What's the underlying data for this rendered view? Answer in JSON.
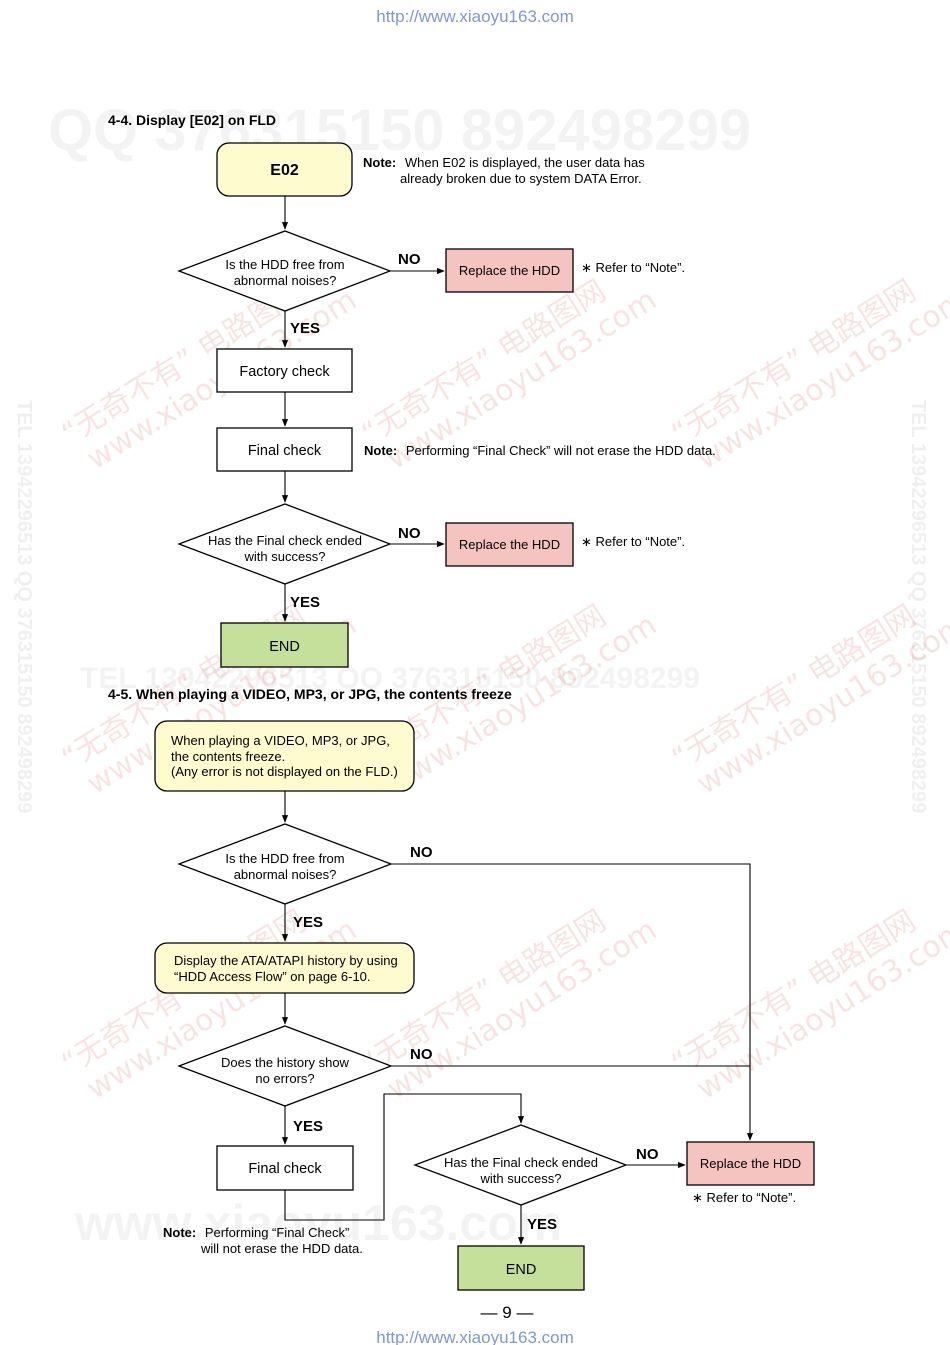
{
  "header_url": "http://www.xiaoyu163.com",
  "footer_url": "http://www.xiaoyu163.com",
  "page_number": "— 9 —",
  "watermarks": {
    "qq_big": "QQ 376315150   892498299",
    "tel_mid": "TEL 13942296513   QQ 376315150   892498299",
    "bottom_big": "www.xiaoyu163.com",
    "cn_brand": "“无奇不有” 电路图网",
    "cn_url": "www.xiaoyu163.com",
    "side_tel": "TEL 13942296513   QQ 376315150   892498299"
  },
  "colors": {
    "start_fill": "#fefbcf",
    "replace_fill": "#f6c4c0",
    "end_fill": "#c5e09b",
    "watermark_red": "#c83a2a"
  },
  "section_44": {
    "heading": "4-4.   Display [E02] on FLD",
    "start": "E02",
    "note_label": "Note:",
    "note_line1": "When E02 is displayed, the user data has",
    "note_line2": "already broken due to system DATA Error.",
    "q1_line1": "Is the HDD free from",
    "q1_line2": "abnormal noises?",
    "no": "NO",
    "yes": "YES",
    "replace": "Replace the HDD",
    "refer": "∗ Refer to “Note”.",
    "factory": "Factory check",
    "final": "Final check",
    "note2_label": "Note:",
    "note2_text": "Performing “Final Check” will not erase the HDD data.",
    "q2_line1": "Has the Final check ended",
    "q2_line2": "with success?",
    "end": "END"
  },
  "section_45": {
    "heading": "4-5.   When playing a VIDEO, MP3, or JPG, the contents freeze",
    "start_line1": "When playing a VIDEO, MP3, or JPG,",
    "start_line2": "the contents freeze.",
    "start_line3": "(Any error is not displayed on the FLD.)",
    "q1_line1": "Is the HDD free from",
    "q1_line2": "abnormal noises?",
    "no": "NO",
    "yes": "YES",
    "display_line1": "Display the ATA/ATAPI history by using",
    "display_line2": "“HDD Access Flow” on page 6-10.",
    "q2_line1": "Does the history show",
    "q2_line2": "no errors?",
    "final": "Final check",
    "q3_line1": "Has the Final check ended",
    "q3_line2": "with success?",
    "replace": "Replace the HDD",
    "refer": "∗ Refer to “Note”.",
    "end": "END",
    "note_label": "Note:",
    "note_line1": "Performing “Final Check”",
    "note_line2": "will not erase the HDD data."
  }
}
